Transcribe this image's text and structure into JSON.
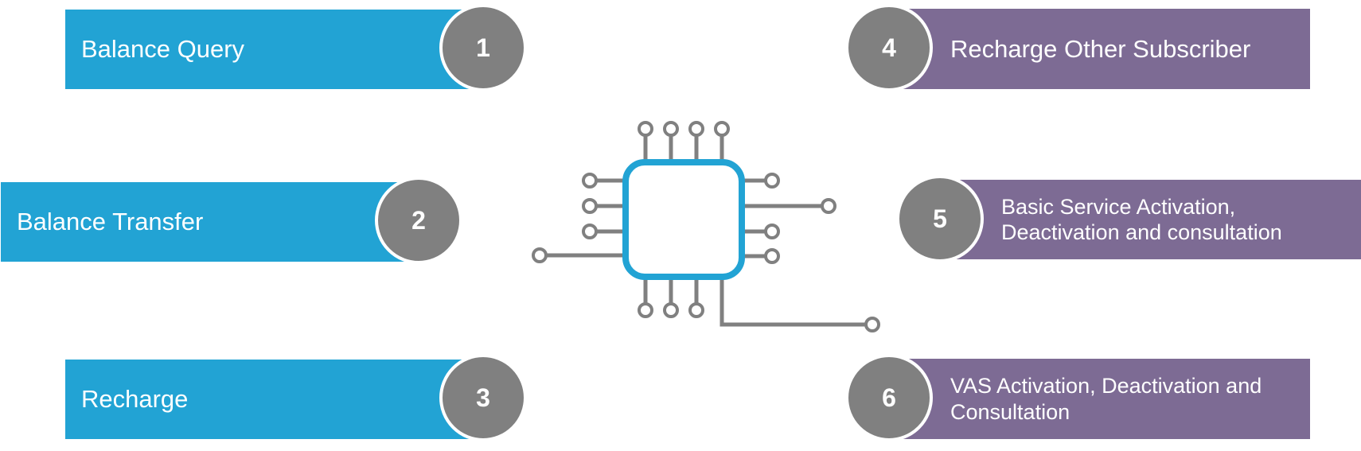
{
  "items": [
    {
      "number": "1",
      "label": "Balance Query"
    },
    {
      "number": "2",
      "label": "Balance Transfer"
    },
    {
      "number": "3",
      "label": "Recharge"
    },
    {
      "number": "4",
      "label": "Recharge Other Subscriber"
    },
    {
      "number": "5",
      "label_line1": "Basic Service Activation,",
      "label_line2": "Deactivation and consultation"
    },
    {
      "number": "6",
      "label_line1": "VAS Activation, Deactivation and",
      "label_line2": "Consultation"
    }
  ],
  "colors": {
    "left_bar": "#22a3d4",
    "right_bar": "#7d6b94",
    "badge": "#808080",
    "chip_border": "#22a3d4",
    "circuit": "#808080"
  }
}
